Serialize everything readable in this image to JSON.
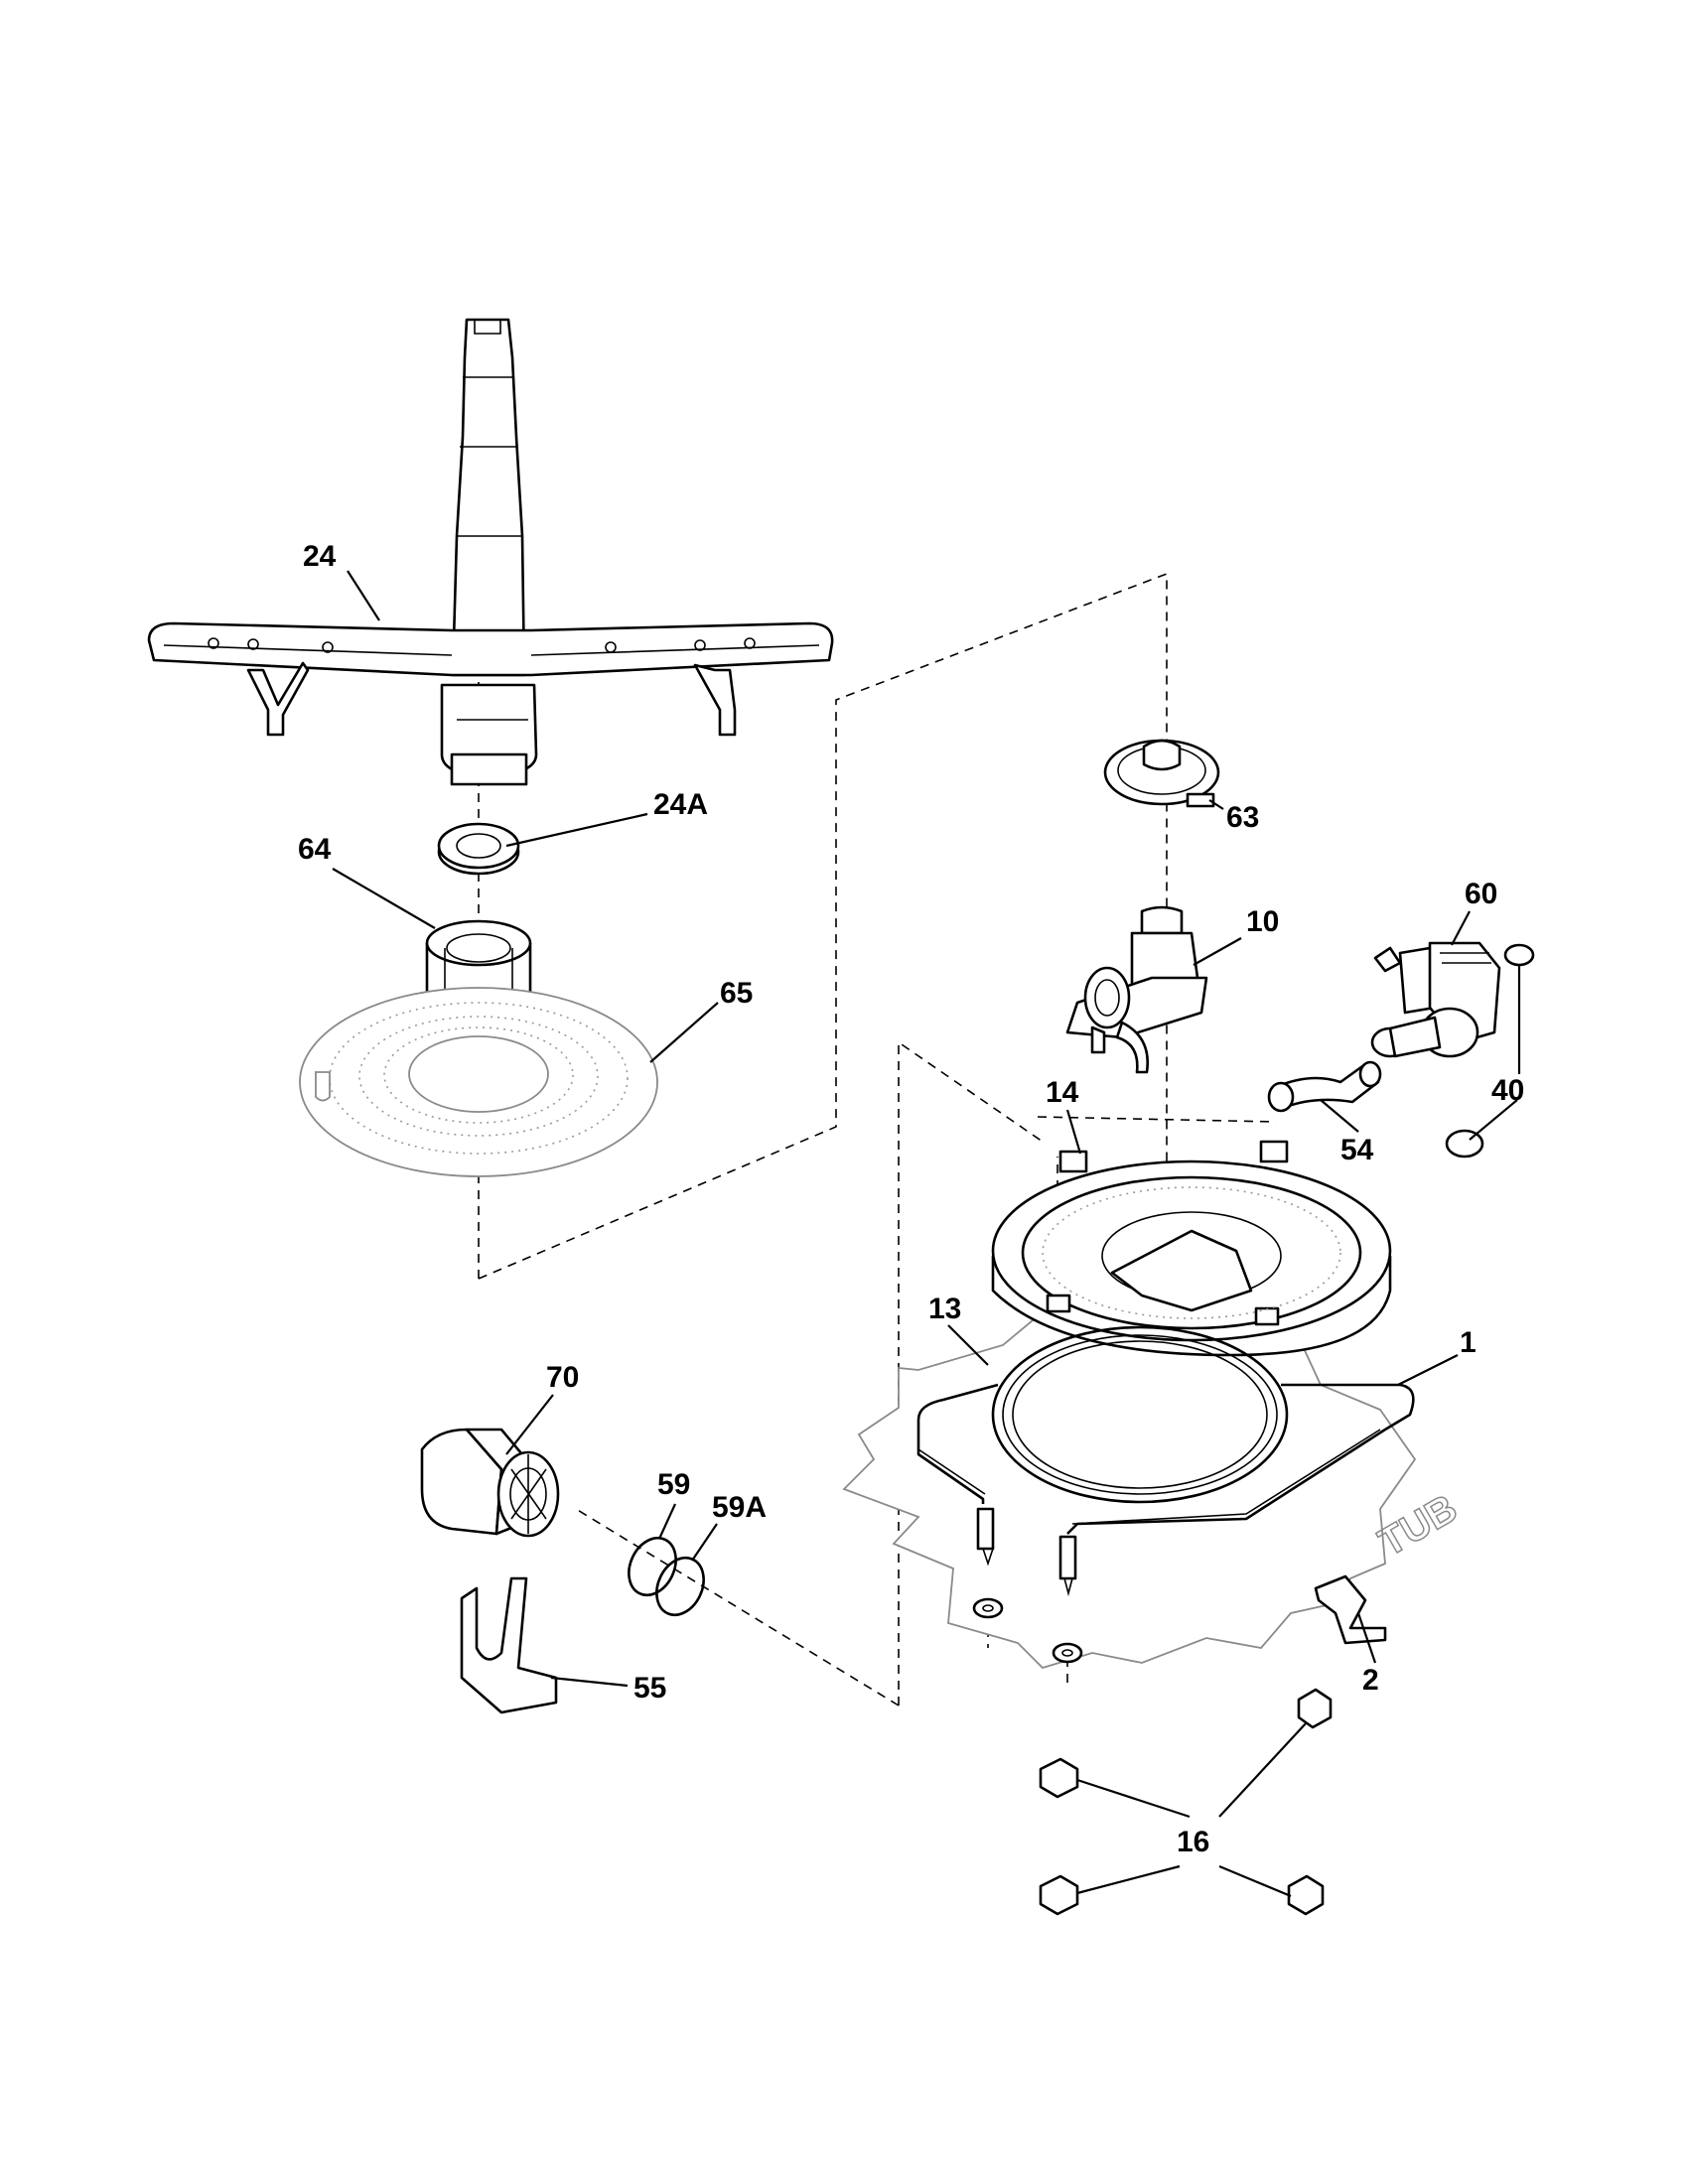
{
  "diagram": {
    "tub_label": "TUB",
    "callouts": [
      {
        "id": "c24",
        "label": "24"
      },
      {
        "id": "c24a",
        "label": "24A"
      },
      {
        "id": "c64",
        "label": "64"
      },
      {
        "id": "c65",
        "label": "65"
      },
      {
        "id": "c63",
        "label": "63"
      },
      {
        "id": "c10",
        "label": "10"
      },
      {
        "id": "c60",
        "label": "60"
      },
      {
        "id": "c40",
        "label": "40"
      },
      {
        "id": "c54",
        "label": "54"
      },
      {
        "id": "c14",
        "label": "14"
      },
      {
        "id": "c13",
        "label": "13"
      },
      {
        "id": "c1",
        "label": "1"
      },
      {
        "id": "c70",
        "label": "70"
      },
      {
        "id": "c59",
        "label": "59"
      },
      {
        "id": "c59a",
        "label": "59A"
      },
      {
        "id": "c55",
        "label": "55"
      },
      {
        "id": "c2",
        "label": "2"
      },
      {
        "id": "c16",
        "label": "16"
      }
    ]
  }
}
